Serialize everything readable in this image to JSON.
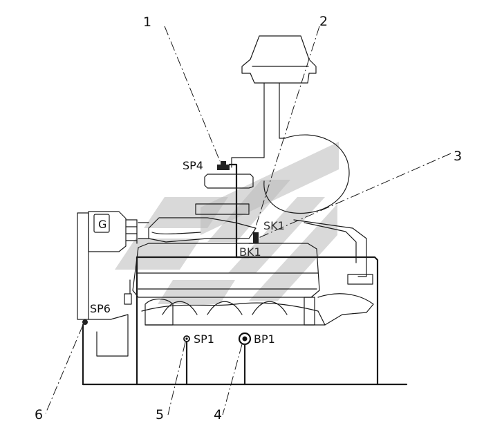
{
  "callouts": [
    "1",
    "2",
    "3",
    "4",
    "5",
    "6"
  ],
  "sensors": {
    "sp4": "SP4",
    "sk1": "SK1",
    "bk1": "BK1",
    "g": "G",
    "sp6": "SP6",
    "sp1": "SP1",
    "bp1": "BP1"
  }
}
